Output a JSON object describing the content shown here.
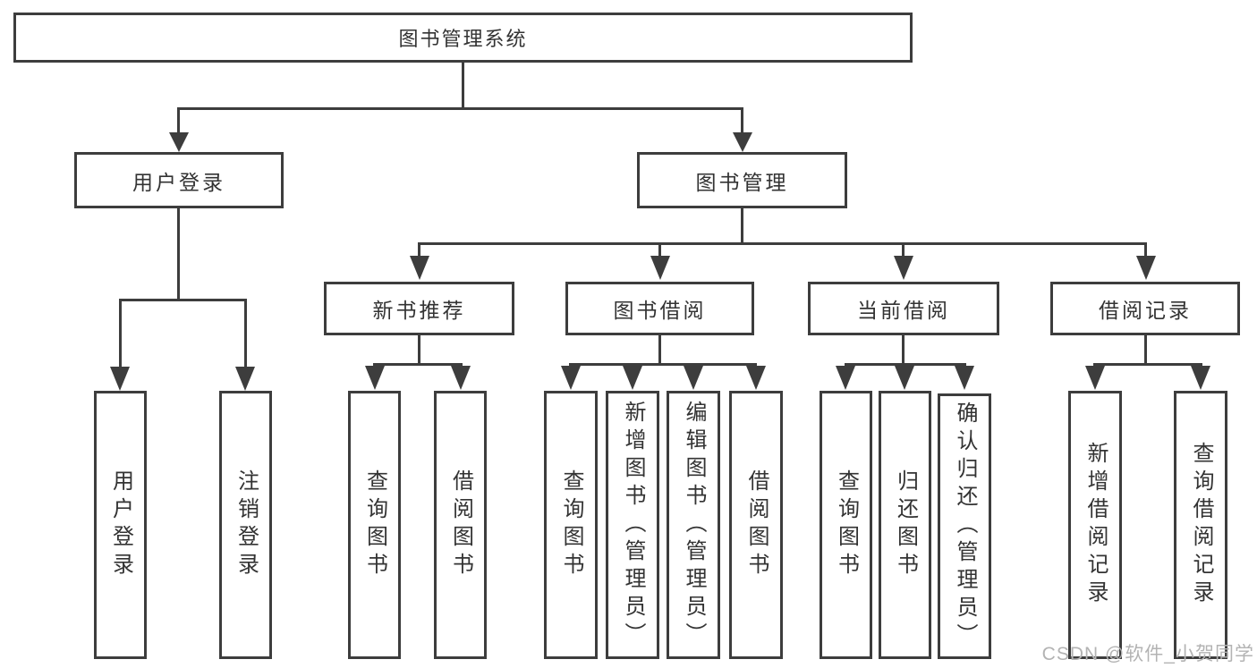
{
  "diagram": {
    "type": "hierarchy-tree",
    "orientation": "top-down"
  },
  "tree": {
    "label": "图书管理系统",
    "children": [
      {
        "label": "用户登录",
        "children": [
          {
            "label": "用户登录"
          },
          {
            "label": "注销登录"
          }
        ]
      },
      {
        "label": "图书管理",
        "children": [
          {
            "label": "新书推荐",
            "children": [
              {
                "label": "查询图书"
              },
              {
                "label": "借阅图书"
              }
            ]
          },
          {
            "label": "图书借阅",
            "children": [
              {
                "label": "查询图书"
              },
              {
                "label": "新增图书（管理员）"
              },
              {
                "label": "编辑图书（管理员）"
              },
              {
                "label": "借阅图书"
              }
            ]
          },
          {
            "label": "当前借阅",
            "children": [
              {
                "label": "查询图书"
              },
              {
                "label": "归还图书"
              },
              {
                "label": "确认归还（管理员）"
              }
            ]
          },
          {
            "label": "借阅记录",
            "children": [
              {
                "label": "新增借阅记录"
              },
              {
                "label": "查询借阅记录"
              }
            ]
          }
        ]
      }
    ]
  },
  "watermark": {
    "text": "CSDN @软件_小贺同学"
  },
  "colors": {
    "line": "#3d3d3d",
    "text": "#333333",
    "watermark": "#b3b3b3",
    "background": "#ffffff"
  }
}
